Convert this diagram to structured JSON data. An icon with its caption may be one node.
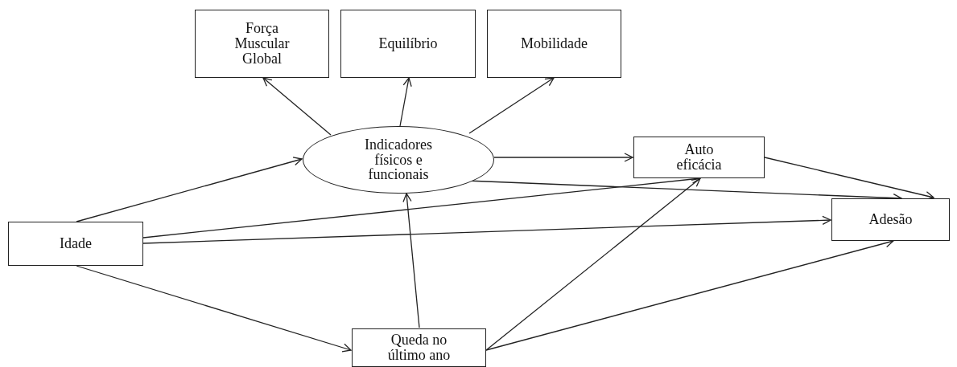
{
  "diagram": {
    "nodes": [
      {
        "text": [
          "Força Muscular Global"
        ]
      },
      {
        "text": [
          "Equilíbrio"
        ]
      },
      {
        "text": [
          "Mobilidade"
        ]
      },
      {
        "text": [
          "Indicadores físicos e funcionais"
        ]
      },
      {
        "text": [
          "Auto eficácia"
        ]
      },
      {
        "text": [
          "Idade"
        ]
      },
      {
        "text": [
          "Adesão"
        ]
      },
      {
        "text": [
          "Queda no último ano"
        ]
      }
    ],
    "edges": [
      {
        "from": 3,
        "to": 0,
        "arrow": "to"
      },
      {
        "from": 3,
        "to": 1,
        "arrow": "to"
      },
      {
        "from": 3,
        "to": 2,
        "arrow": "to"
      },
      {
        "from": 5,
        "to": 3,
        "arrow": "to"
      },
      {
        "from": 3,
        "to": 4,
        "arrow": "to"
      },
      {
        "from": 4,
        "to": 6,
        "arrow": "to"
      },
      {
        "from": 3,
        "to": 6,
        "arrow": "to"
      },
      {
        "from": 5,
        "to": 4,
        "arrow": "to"
      },
      {
        "from": 5,
        "to": 6,
        "arrow": "to"
      },
      {
        "from": 5,
        "to": 7,
        "arrow": "to"
      },
      {
        "from": 7,
        "to": 3,
        "arrow": "to"
      },
      {
        "from": 7,
        "to": 4,
        "arrow": "to"
      },
      {
        "from": 7,
        "to": 6,
        "arrow": "to"
      }
    ]
  }
}
